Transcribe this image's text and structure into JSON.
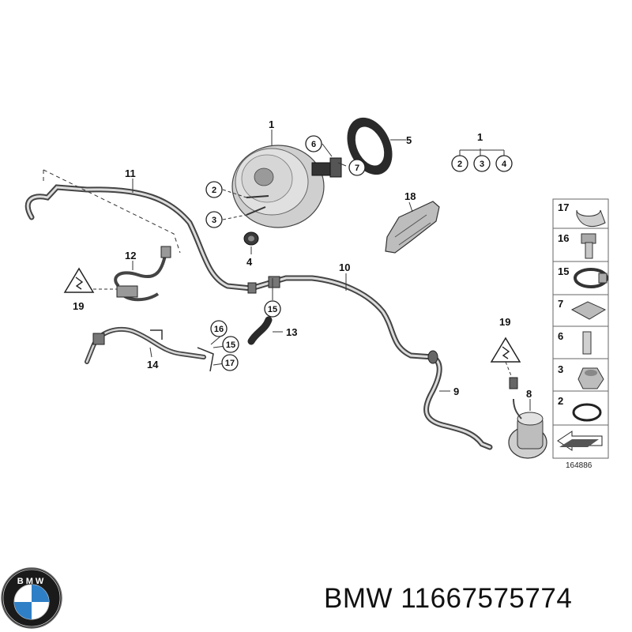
{
  "diagram": {
    "drawing_id": "164886",
    "callouts": {
      "c1": "1",
      "c2": "2",
      "c3": "3",
      "c4": "4",
      "c5": "5",
      "c6": "6",
      "c7": "7",
      "c8": "8",
      "c9": "9",
      "c10": "10",
      "c11": "11",
      "c12": "12",
      "c13": "13",
      "c14": "14",
      "c15": "15",
      "c16": "16",
      "c17": "17",
      "c18": "18",
      "c19": "19"
    },
    "kit": {
      "parent": "1",
      "children": [
        "2",
        "3",
        "4"
      ]
    },
    "legend": [
      "17",
      "16",
      "15",
      "7",
      "6",
      "3",
      "2"
    ]
  },
  "brand": {
    "caption": "BMW 11667575774",
    "logo_text": "BMW"
  }
}
